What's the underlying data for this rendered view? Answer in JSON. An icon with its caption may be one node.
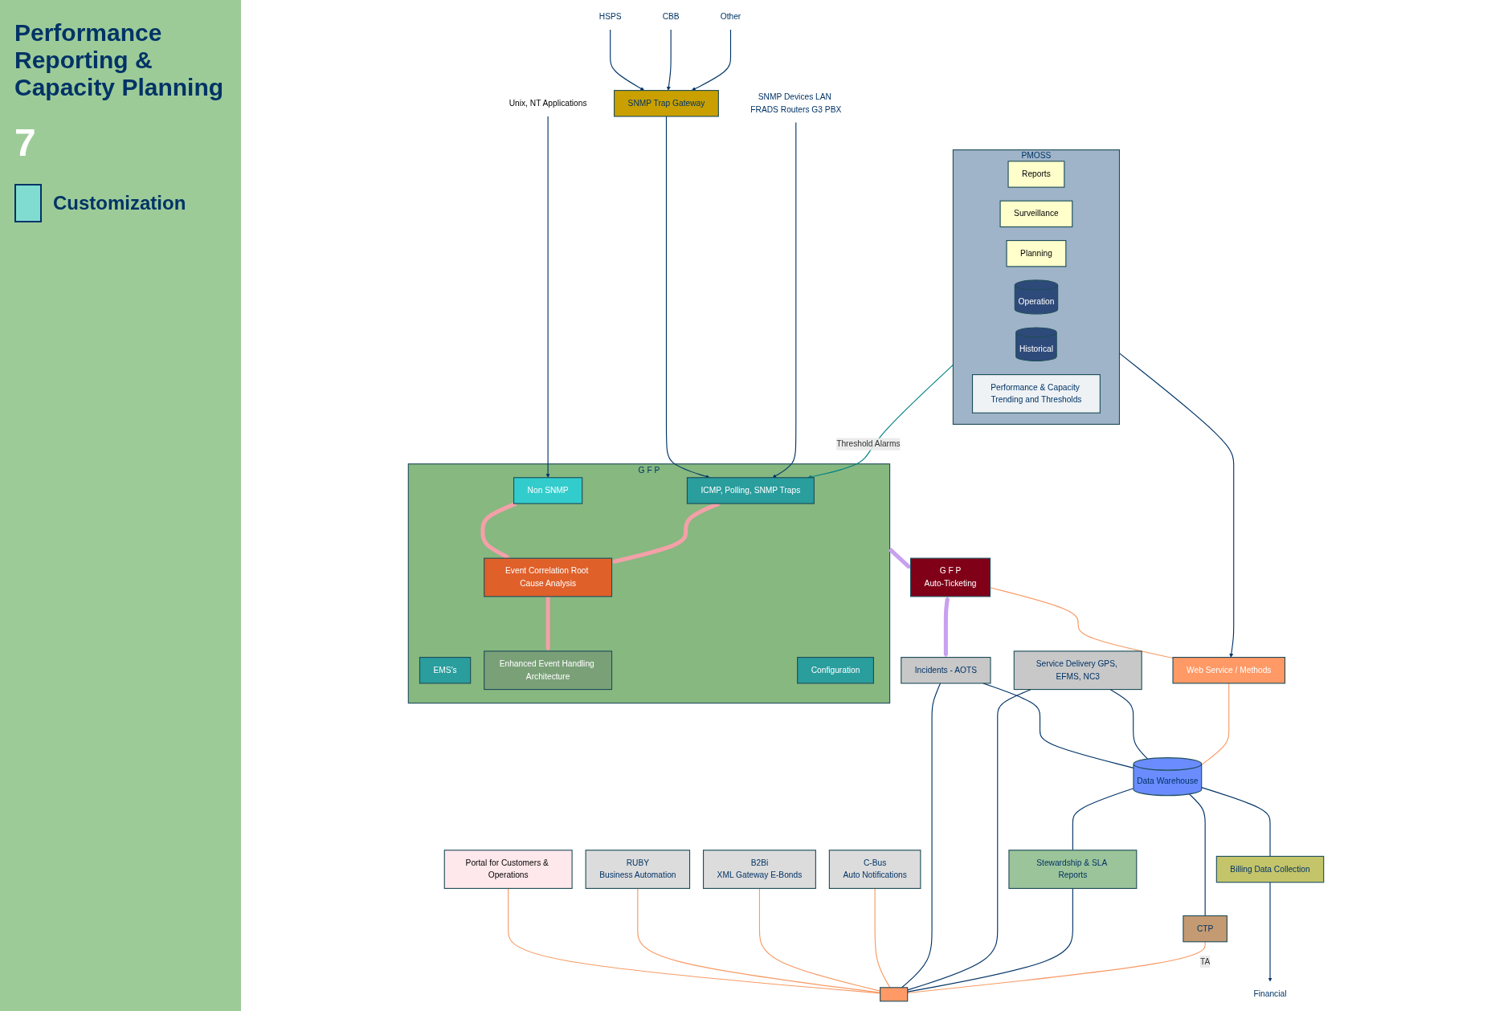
{
  "diagram": {
    "nodes": [
      {
        "text": [
          "Portal for Customers & Operations"
        ]
      },
      {
        "text": [
          "RUBY",
          "Business Automation"
        ]
      },
      {
        "text": [
          "B2Bi",
          "XML Gateway E-Bonds"
        ]
      },
      {
        "text": [
          "C-Bus",
          "Auto Notifications"
        ]
      },
      {
        "text": [
          "Unix, NT Applications"
        ]
      },
      {
        "text": [
          "HSPS"
        ]
      },
      {
        "text": [
          "CBB"
        ]
      },
      {
        "text": [
          "Other"
        ]
      },
      {
        "text": [
          "SNMP Trap Gateway"
        ]
      },
      {
        "text": [
          "SNMP Devices LAN FRADS Routers G3 PBX"
        ]
      },
      {
        "text": [
          "G F P"
        ]
      },
      {
        "text": [
          "Non SNMP"
        ],
        "in": 10
      },
      {
        "text": [
          "EMS′s"
        ],
        "in": 10
      },
      {
        "text": [
          "ICMP, Polling, SNMP Traps"
        ],
        "in": 10
      },
      {
        "text": [
          "Event Correlation Root Cause Analysis"
        ],
        "in": 10
      },
      {
        "text": [
          "Enhanced Event Handling Architecture"
        ],
        "in": 10
      },
      {
        "text": [
          "Configuration"
        ],
        "in": 10
      },
      {
        "text": [
          "G F P",
          "Auto-Ticketing"
        ]
      },
      {
        "text": [
          "Incidents - AOTS"
        ]
      },
      {
        "text": [
          "Service Delivery GPS, EFMS, NC3"
        ]
      },
      {
        "text": [
          "Web Service / Methods"
        ]
      },
      {
        "text": [],
        "shape": "bar"
      },
      {
        "text": [
          "PMOSS"
        ]
      },
      {
        "text": [
          "Reports"
        ],
        "in": 22
      },
      {
        "text": [
          "Surveillance"
        ],
        "in": 22
      },
      {
        "text": [
          "Planning"
        ],
        "in": 22
      },
      {
        "text": [
          "Operation"
        ],
        "in": 22
      },
      {
        "text": [
          "Historical"
        ],
        "in": 22
      },
      {
        "text": [
          "Performance & Capacity Trending and Thresholds"
        ],
        "in": 22
      },
      {
        "text": [
          "Data Warehouse"
        ]
      },
      {
        "text": [
          "Stewardship & SLA Reports"
        ]
      },
      {
        "text": [
          "CTP"
        ]
      },
      {
        "text": [
          "Billing Data Collection"
        ]
      },
      {
        "text": [
          "Financial"
        ]
      }
    ],
    "edges": [
      {
        "from": 4,
        "to": 11,
        "arrow": "to"
      },
      {
        "from": 5,
        "to": 8,
        "arrow": "to"
      },
      {
        "from": 6,
        "to": 8,
        "arrow": "to"
      },
      {
        "from": 7,
        "to": 8,
        "arrow": "to"
      },
      {
        "from": 8,
        "to": 13,
        "arrow": "to"
      },
      {
        "from": 9,
        "to": 13,
        "arrow": "to"
      },
      {
        "from": 22,
        "to": 13,
        "arrow": "to",
        "label": "Threshold Alarms",
        "color": "#008080"
      },
      {
        "from": 11,
        "to": 14,
        "arrow": "to",
        "style": "thick",
        "color": "#f4a0a8"
      },
      {
        "from": 13,
        "to": 14,
        "arrow": "to",
        "style": "thick",
        "color": "#f4a0a8"
      },
      {
        "from": 14,
        "to": 15,
        "arrow": "to",
        "style": "thick",
        "color": "#f4a0a8"
      },
      {
        "from": 10,
        "to": 17,
        "arrow": "to",
        "style": "thick",
        "color": "#c9a0f0"
      },
      {
        "from": 17,
        "to": 18,
        "arrow": "both",
        "style": "thick",
        "color": "#c9a0f0"
      },
      {
        "from": 0,
        "to": 21,
        "arrow": "none",
        "color": "#f79a64"
      },
      {
        "from": 1,
        "to": 21,
        "arrow": "none",
        "color": "#f79a64"
      },
      {
        "from": 2,
        "to": 21,
        "arrow": "none",
        "color": "#f79a64"
      },
      {
        "from": 3,
        "to": 21,
        "arrow": "none",
        "color": "#f79a64"
      },
      {
        "from": 18,
        "to": 21,
        "arrow": "none"
      },
      {
        "from": 19,
        "to": 21,
        "arrow": "none"
      },
      {
        "from": 17,
        "to": 20,
        "arrow": "none",
        "color": "#f79a64"
      },
      {
        "from": 18,
        "to": 29,
        "arrow": "none"
      },
      {
        "from": 19,
        "to": 29,
        "arrow": "none"
      },
      {
        "from": 22,
        "to": 20,
        "arrow": "to"
      },
      {
        "from": 20,
        "to": 29,
        "arrow": "none",
        "color": "#f79a64"
      },
      {
        "from": 29,
        "to": 30,
        "arrow": "none"
      },
      {
        "from": 29,
        "to": 31,
        "arrow": "none"
      },
      {
        "from": 29,
        "to": 32,
        "arrow": "none"
      },
      {
        "from": 30,
        "to": 21,
        "arrow": "none"
      },
      {
        "from": 31,
        "to": 21,
        "arrow": "none",
        "label": "TA",
        "color": "#f79a64"
      },
      {
        "from": 32,
        "to": 33,
        "arrow": "to"
      }
    ],
    "labels": [
      "Performance Reporting & Capacity Planning",
      "7"
    ],
    "legend": [
      {
        "text": "Customization",
        "color": "#80dcd0"
      }
    ]
  }
}
